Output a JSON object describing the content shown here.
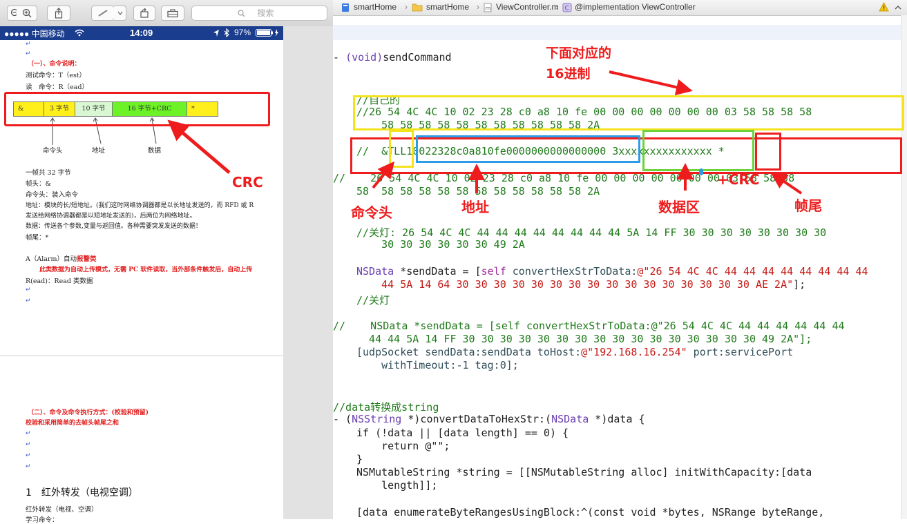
{
  "preview": {
    "search_placeholder": "搜索"
  },
  "phone_status": {
    "carrier": "●●●●● 中国移动",
    "time": "14:09",
    "battery": "97%"
  },
  "doc": {
    "section1_title": "（一）、命令说明：",
    "test_cmd": "测试命令：T（est）",
    "read_cmd": "读　命令：R（ead）",
    "frame_cells": [
      "&",
      "3 字节",
      "10 字节",
      "16 字节+CRC",
      "*"
    ],
    "frame_labels": [
      "命令头",
      "地址",
      "数据"
    ],
    "total": "一帧共 32 字节",
    "head": "帧头：&",
    "cmd_head": "命令头：装入命令",
    "addr": "地址：模块的长/短地址。(我们这时网络协调器都是以长地址发送的，而 RFD 或 R",
    "addr2": "发送给网络协调器都是以短地址发送的)，后两位为网络地址。",
    "data": "数据：传送各个参数,变量与返回值。各种需要突发发送的数据！",
    "tail": "帧尾：*",
    "alarm_prefix": "A（Alarm）自动",
    "alarm_red": "报警类",
    "alarm_note": "此类数据为自动上传模式，无需 PC 软件读取，当外部条件触发后，自动上传",
    "read_class": "R(ead)：Read 类数据",
    "section2_title": "（二）、命令及命令执行方式：(校验和预留)",
    "section2_note": "校验和采用简单的去帧头帧尾之和",
    "ir_heading": "1　红外转发（电视空调）",
    "ir_sub": "红外转发（电视、空调）",
    "learn_cmd": "学习命令："
  },
  "jumpbar": {
    "project": "smartHome",
    "group": "smartHome",
    "file": "ViewController.m",
    "symbol": "@implementation ViewController"
  },
  "code": {
    "l1_prefix": "- ",
    "l1_type": "(void)",
    "l1_name": "sendCommand",
    "mine_comment": "//自己的",
    "hex1a": "//26 54 4C 4C 10 02 23 28 c0 a8 10 fe 00 00 00 00 00 00 00 03 58 58 58 58",
    "hex1b": "    58 58 58 58 58 58 58 58 58 58 58 2A",
    "ascii_prefix": "//  &",
    "ascii_tll": "TLL",
    "ascii_addr": "10022328c0a810fe0000000000000000",
    "ascii_data": "3xxxxxxxxxxxxxxx",
    "ascii_tail": "*",
    "hex2a": "//    26 54 4C 4C 10 02 23 28 c0 a8 10 fe 00 00 00 00 00 00 00 03 58 58 58",
    "hex2b": "58  58 58 58 58 58 58 58 58 58 58 58 2A",
    "off_comment_a": "//关灯: 26 54 4C 4C 44 44 44 44 44 44 44 44 5A 14 FF 30 30 30 30 30 30 30 30",
    "off_comment_b": "    30 30 30 30 30 30 49 2A",
    "ns1_type": "NSData",
    "ns1_mid": " *sendData = [",
    "ns1_self": "self",
    "ns1_call": " convertHexStrToData:",
    "ns1_str_a": "@\"26 54 4C 4C 44 44 44 44 44 44 44 44",
    "ns1_str_b": "    44 5A 14 64 30 30 30 30 30 30 30 30 30 30 30 30 30 30 30 30 AE 2A\"",
    "ns1_end": "];",
    "off_comment2": "//关灯",
    "ns2_a": "//    NSData *sendData = [self convertHexStrToData:@\"26 54 4C 4C 44 44 44 44 44 44",
    "ns2_b": "  44 44 5A 14 FF 30 30 30 30 30 30 30 30 30 30 30 30 30 30 30 30 49 2A\"];",
    "udp_a": "[udpSocket sendData:sendData toHost:",
    "udp_host": "@\"192.168.16.254\"",
    "udp_port": " port:servicePort",
    "udp_b": "    withTimeout:-1 tag:0];",
    "conv_comment": "//data转换成string",
    "conv_sig_prefix": "- (",
    "conv_sig_type": "NSString",
    "conv_sig_mid": " *)convertDataToHexStr:(",
    "conv_sig_type2": "NSData",
    "conv_sig_end": " *)data {",
    "if_line": "if (!data || [data length] == 0) {",
    "return_line": "    return @\"\";",
    "close_brace": "}",
    "mstr_a": "NSMutableString *string = [[NSMutableString alloc] initWithCapacity:[data",
    "mstr_b": "    length]];",
    "enum_line": "[data enumerateByteRangesUsingBlock:^(const void *bytes, NSRange byteRange,"
  },
  "annotations": {
    "hex_caption_1": "下面对应的",
    "hex_caption_2": "16进制",
    "cmd_head": "命令头",
    "address": "地址",
    "data_area": "数据区",
    "crc_plus": "+CRC",
    "tail": "帧尾",
    "crc": "CRC"
  },
  "colors": {
    "annotation_red": "#ee1c1c",
    "box_yellow": "#f4e31b",
    "box_blue": "#2e9be6",
    "box_green": "#6ad43a",
    "phone_bar": "#1b3d8e"
  }
}
